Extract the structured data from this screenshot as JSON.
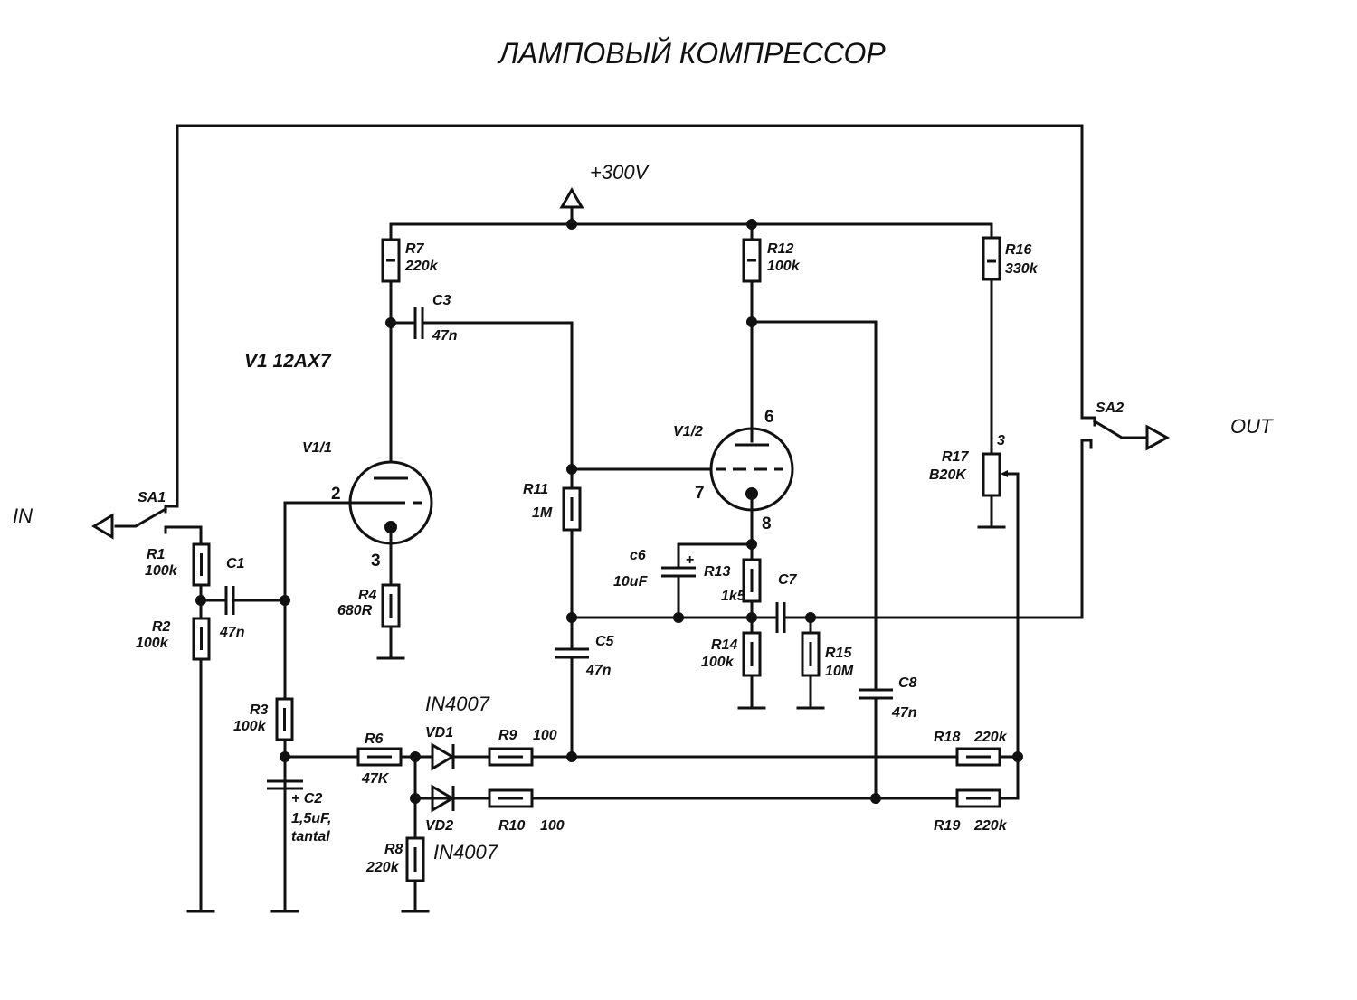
{
  "title": "ЛАМПОВЫЙ КОМПРЕССОР",
  "supply": "+300V",
  "ports": {
    "in": "IN",
    "out": "OUT"
  },
  "tube": {
    "name": "V1 12AX7",
    "section1": "V1/1",
    "section2": "V1/2",
    "pins1": {
      "grid": "2",
      "cathode": "3"
    },
    "pins2": {
      "anode": "6",
      "grid": "7",
      "cathode": "8"
    }
  },
  "switches": {
    "sa1": "SA1",
    "sa2": "SA2"
  },
  "components": {
    "R1": {
      "ref": "R1",
      "value": "100k"
    },
    "R2": {
      "ref": "R2",
      "value": "100k"
    },
    "R3": {
      "ref": "R3",
      "value": "100k"
    },
    "R4": {
      "ref": "R4",
      "value": "680R"
    },
    "R6": {
      "ref": "R6",
      "value": "47K"
    },
    "R7": {
      "ref": "R7",
      "value": "220k"
    },
    "R8": {
      "ref": "R8",
      "value": "220k"
    },
    "R9": {
      "ref": "R9",
      "value": "100"
    },
    "R10": {
      "ref": "R10",
      "value": "100"
    },
    "R11": {
      "ref": "R11",
      "value": "1M"
    },
    "R12": {
      "ref": "R12",
      "value": "100k"
    },
    "R13": {
      "ref": "R13",
      "value": "1k5"
    },
    "R14": {
      "ref": "R14",
      "value": "100k"
    },
    "R15": {
      "ref": "R15",
      "value": "10M"
    },
    "R16": {
      "ref": "R16",
      "value": "330k"
    },
    "R17": {
      "ref": "R17",
      "value": "B20K",
      "pin": "3"
    },
    "R18": {
      "ref": "R18",
      "value": "220k"
    },
    "R19": {
      "ref": "R19",
      "value": "220k"
    },
    "C1": {
      "ref": "C1",
      "value": "47n"
    },
    "C2": {
      "ref": "+ C2",
      "value": "1,5uF,",
      "value2": "tantal"
    },
    "C3": {
      "ref": "C3",
      "value": "47n"
    },
    "C5": {
      "ref": "C5",
      "value": "47n"
    },
    "C6": {
      "ref": "c6",
      "value": "10uF",
      "polarity": "+"
    },
    "C7": {
      "ref": "C7"
    },
    "C8": {
      "ref": "C8",
      "value": "47n"
    },
    "VD1": {
      "ref": "VD1",
      "part": "IN4007"
    },
    "VD2": {
      "ref": "VD2",
      "part": "IN4007"
    }
  }
}
